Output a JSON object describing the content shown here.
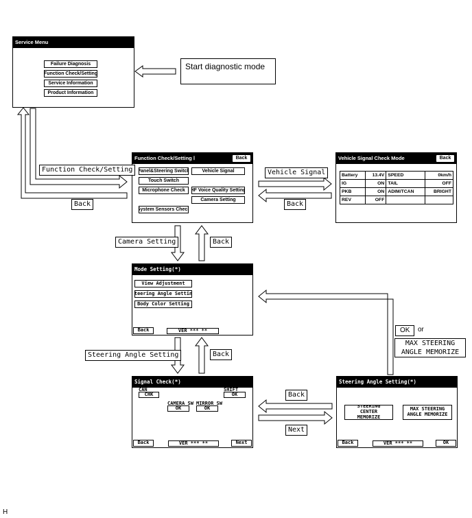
{
  "service_menu": {
    "title": "Service Menu",
    "buttons": [
      "Failure Diagnosis",
      "Function Check/Setting",
      "Service Information",
      "Product Information"
    ]
  },
  "start_label": "Start diagnostic mode",
  "function_check": {
    "title": "Function Check/Setting Ⅰ",
    "back": "Back",
    "buttons": [
      "Panel&Steering Switch",
      "Vehicle Signal",
      "Touch Switch",
      "Microphone Check",
      "HF Voice Quality Setting",
      "Camera Setting",
      "System Sensors Check"
    ]
  },
  "vehicle_signal": {
    "title": "Vehicle Signal Check Mode",
    "back": "Back",
    "rows": [
      [
        "Battery",
        "13.4V",
        "SPEED",
        "0km/h"
      ],
      [
        "IG",
        "ON",
        "TAIL",
        "OFF"
      ],
      [
        "PKB",
        "ON",
        "ADIM/TCAN",
        "BRIGHT"
      ],
      [
        "REV",
        "OFF",
        "",
        ""
      ]
    ]
  },
  "mode_setting": {
    "title": "Mode Setting(*)",
    "buttons": [
      "View Adjustment",
      "Steering Angle Setting",
      "Body Color Setting"
    ],
    "back": "Back",
    "version": "VER *** **"
  },
  "signal_check": {
    "title": "Signal Check(*)",
    "can_label": "CAN",
    "can_value": "CHK",
    "shift_label": "SHIFT",
    "shift_value": "OK",
    "camera_sw_label": "CAMERA SW",
    "camera_sw_value": "OK",
    "mirror_sw_label": "MIRROR SW",
    "mirror_sw_value": "OK",
    "back": "Back",
    "version": "VER *** **",
    "next": "Next"
  },
  "steering_angle": {
    "title": "Steering Angle Setting(*)",
    "center_btn": "STEERING CENTER MEMORIZE",
    "max_btn": "MAX STEERING ANGLE MEMORIZE",
    "back": "Back",
    "version": "VER *** **",
    "ok": "OK"
  },
  "labels": {
    "function_check_setting": "Function Check/Setting",
    "back_1": "Back",
    "vehicle_signal": "Vehicle Signal",
    "back_2": "Back",
    "camera_setting": "Camera Setting",
    "back_3": "Back",
    "steering_angle_setting": "Steering Angle Setting",
    "back_4": "Back",
    "back_5": "Back",
    "next": "Next",
    "ok": "OK",
    "or": "or",
    "max_steering_angle_memorize": "MAX STEERING ANGLE MEMORIZE"
  },
  "corner_letter": "H"
}
